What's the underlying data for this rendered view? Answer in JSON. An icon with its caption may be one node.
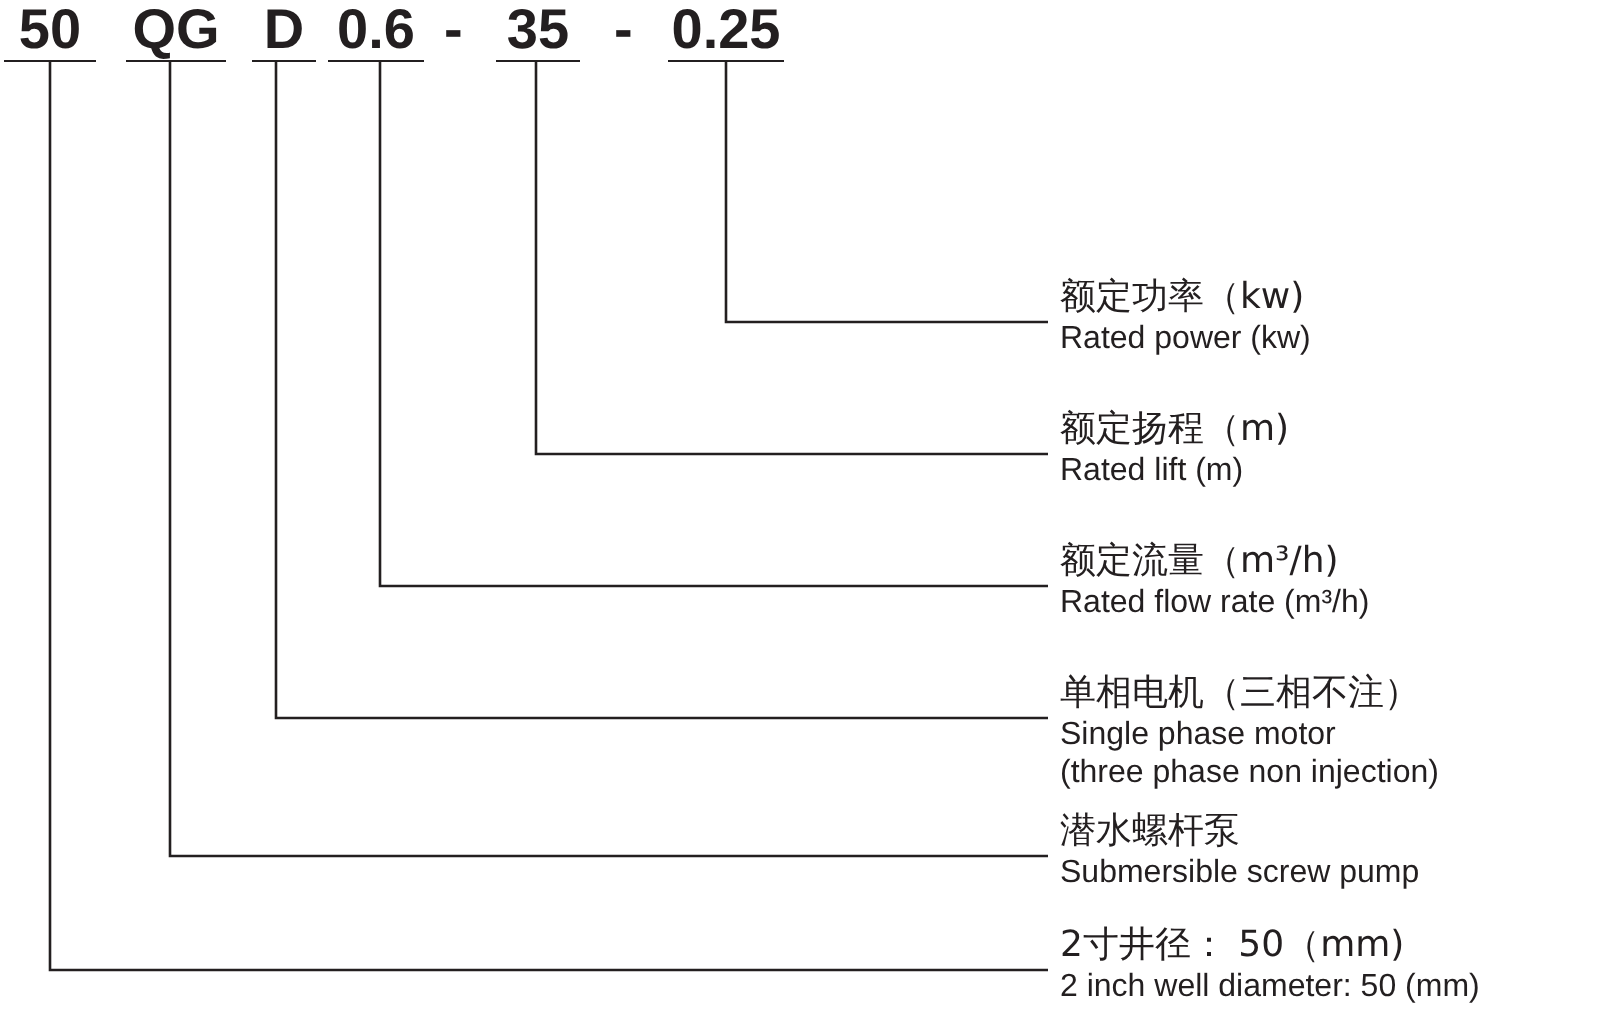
{
  "diagram": {
    "nodes": [
      {
        "text": [
          "50"
        ]
      },
      {
        "text": [
          "QG"
        ]
      },
      {
        "text": [
          "D"
        ]
      },
      {
        "text": [
          "0.6"
        ]
      },
      {
        "text": [
          "35"
        ]
      },
      {
        "text": [
          "0.25"
        ]
      },
      {
        "text": [
          "额定功率（kw)",
          "Rated power (kw)"
        ]
      },
      {
        "text": [
          "额定扬程（m)",
          "Rated lift (m)"
        ]
      },
      {
        "text": [
          "额定流量（m³/h)",
          "Rated flow rate (m³/h)"
        ]
      },
      {
        "text": [
          "单相电机（三相不注）",
          "Single phase motor (three phase non injection)"
        ]
      },
      {
        "text": [
          "潜水螺杆泵",
          "Submersible screw pump"
        ]
      },
      {
        "text": [
          "2寸井径： 50（mm)",
          "2 inch well diameter: 50 (mm)"
        ]
      }
    ],
    "edges": [
      {
        "from": 5,
        "to": 6,
        "arrow": "none"
      },
      {
        "from": 4,
        "to": 7,
        "arrow": "none"
      },
      {
        "from": 3,
        "to": 8,
        "arrow": "none"
      },
      {
        "from": 2,
        "to": 9,
        "arrow": "none"
      },
      {
        "from": 1,
        "to": 10,
        "arrow": "none"
      },
      {
        "from": 0,
        "to": 11,
        "arrow": "none"
      }
    ],
    "labels": [
      "-",
      "-"
    ]
  }
}
